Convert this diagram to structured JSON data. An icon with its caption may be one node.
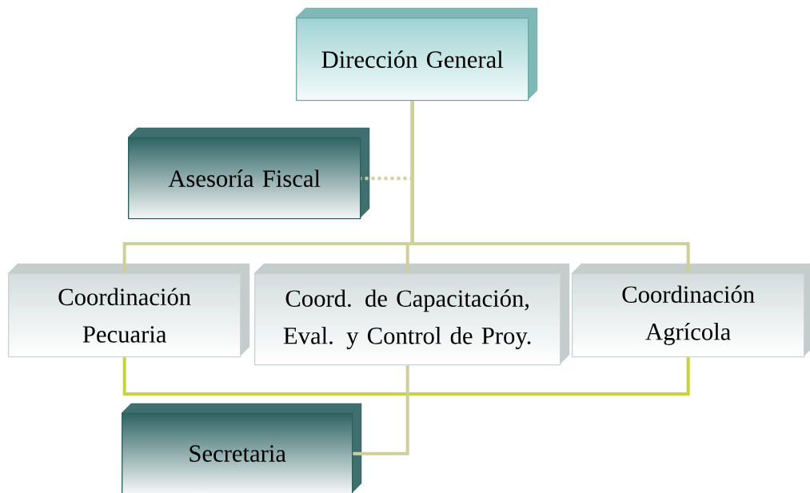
{
  "diagram": {
    "nodes": [
      {
        "text": [
          "Dirección General"
        ]
      },
      {
        "text": [
          "Asesoría Fiscal"
        ]
      },
      {
        "text": [
          "Coordinación Pecuaria"
        ]
      },
      {
        "text": [
          "Coord. de Capacitación, Eval. y Control de Proy."
        ]
      },
      {
        "text": [
          "Coordinación Agrícola"
        ]
      },
      {
        "text": [
          "Secretaria"
        ]
      }
    ],
    "edges": [
      {
        "from": 0,
        "to": 1,
        "arrow": "none",
        "style": "dashed"
      },
      {
        "from": 0,
        "to": 2,
        "arrow": "none"
      },
      {
        "from": 0,
        "to": 3,
        "arrow": "none"
      },
      {
        "from": 0,
        "to": 4,
        "arrow": "none"
      },
      {
        "from": 2,
        "to": 4,
        "arrow": "none",
        "color": "#c8d23c"
      },
      {
        "from": 3,
        "to": 5,
        "arrow": "none"
      }
    ]
  }
}
